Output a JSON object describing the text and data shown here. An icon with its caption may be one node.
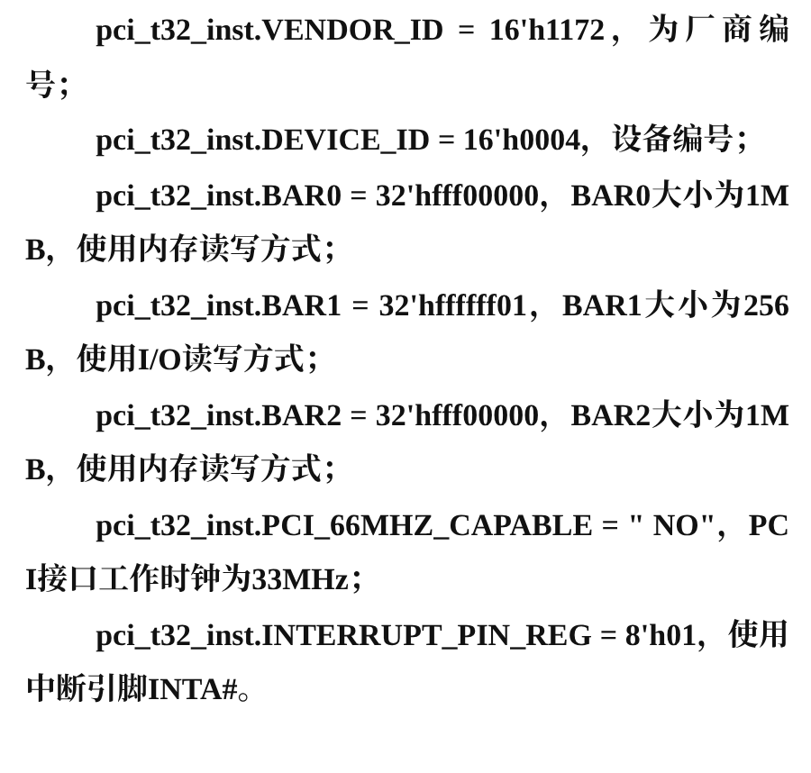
{
  "diagram": {
    "labels": [
      "pci_t32_inst.VENDOR_ID = 16'h1172，为厂商编号；",
      "pci_t32_inst.DEVICE_ID = 16'h0004，设备编号；",
      "pci_t32_inst.BAR0 = 32'hfff00000，BAR0大小为1MB，使用内存读写方式；",
      "pci_t32_inst.BAR1 = 32'hffffff01，BAR1大小为256B，使用I/O读写方式；",
      "pci_t32_inst.BAR2 = 32'hfff00000，BAR2大小为1MB，使用内存读写方式；",
      "pci_t32_inst.PCI_66MHZ_CAPABLE = \" NO\"，PCI接口工作时钟为33MHz；",
      "pci_t32_inst.INTERRUPT_PIN_REG = 8'h01，使用中断引脚INTA#。"
    ]
  }
}
